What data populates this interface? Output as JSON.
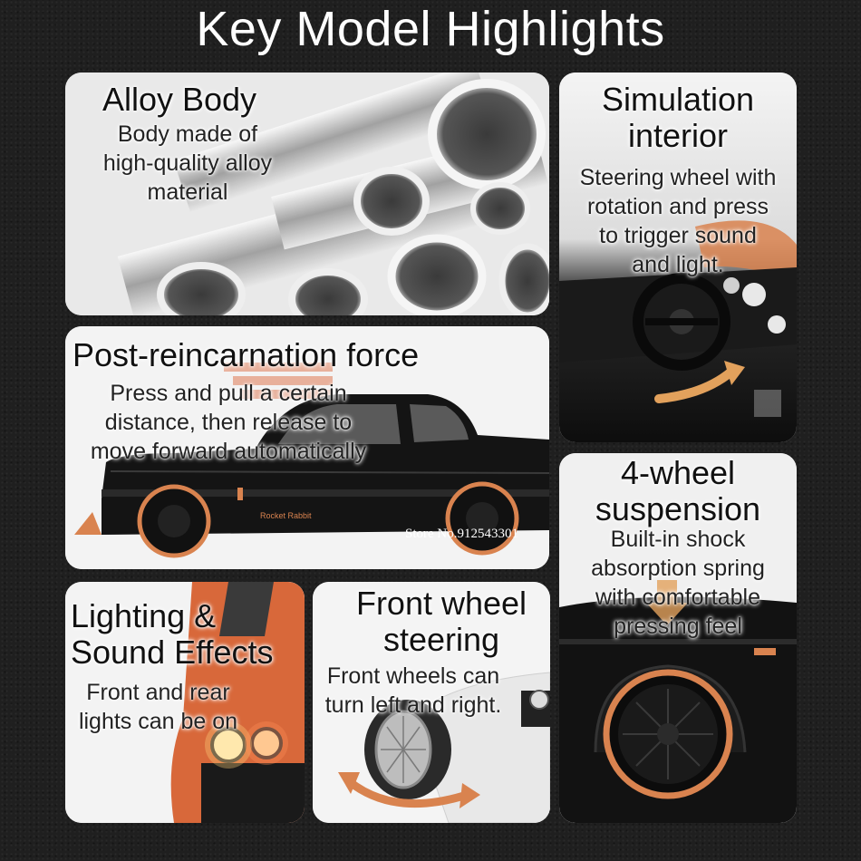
{
  "title": "Key Model Highlights",
  "watermark": "Store No.912543301",
  "car_badge": "Rocket Rabbit",
  "colors": {
    "accent": "#d9834f",
    "car_body": "#151515",
    "card_bg": "#f2f2f2"
  },
  "cards": {
    "alloy": {
      "heading": "Alloy Body",
      "desc": [
        "Body made of",
        "high-quality alloy",
        "material"
      ],
      "icon": "metal-tubes-image"
    },
    "simulation": {
      "heading": [
        "Simulation",
        "interior"
      ],
      "desc": [
        "Steering wheel with",
        "rotation and press",
        "to trigger sound",
        "and light."
      ],
      "icon": "steering-wheel-image"
    },
    "post": {
      "heading": "Post-reincarnation force",
      "desc": [
        "Press and pull a certain",
        "distance, then release to",
        "move forward automatically"
      ],
      "icon": "car-side-image"
    },
    "suspension": {
      "heading": [
        "4-wheel",
        "suspension"
      ],
      "desc": [
        "Built-in shock",
        "absorption spring",
        "with comfortable",
        "pressing feel"
      ],
      "icon": "wheel-image"
    },
    "lighting": {
      "heading": [
        "Lighting &",
        "Sound Effects"
      ],
      "desc": [
        "Front and rear",
        "lights can be on"
      ],
      "icon": "headlight-image"
    },
    "front": {
      "heading": [
        "Front wheel",
        "steering"
      ],
      "desc": [
        "Front wheels can",
        "turn left and right."
      ],
      "icon": "front-wheel-image"
    }
  }
}
